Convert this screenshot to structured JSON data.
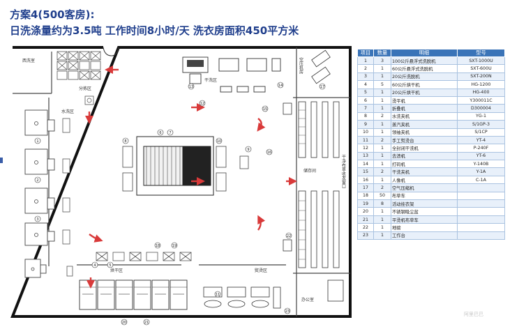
{
  "header": {
    "title": "方案4(500客房):",
    "subtitle": "日洗涤量约为3.5吨 工作时间8小时/天 洗衣房面积450平方米"
  },
  "plan": {
    "rooms": {
      "cloth_room": "西洗室",
      "sort_area": "分拣区",
      "water_wash": "水洗区",
      "dry_clean": "干洗区",
      "compressor_room": "空压机房",
      "storage": "储存间",
      "drying_area": "烘干区",
      "iron_area": "熨烫区",
      "office": "办公室",
      "clean_linen_port": "干净布草收发窗口"
    },
    "machine_numbers": [
      "1",
      "2",
      "3",
      "4",
      "5",
      "6",
      "7",
      "8",
      "9",
      "10",
      "11",
      "12",
      "13",
      "14",
      "15",
      "16",
      "17",
      "18",
      "19",
      "20",
      "21",
      "22",
      "23"
    ]
  },
  "equipment_table": {
    "headers": [
      "项目",
      "数量",
      "明细",
      "型号"
    ],
    "rows": [
      [
        "1",
        "3",
        "100公斤悬浮式洗脱机",
        "SXT-1000U"
      ],
      [
        "2",
        "1",
        "60公斤悬浮式洗脱机",
        "SXT-600U"
      ],
      [
        "3",
        "1",
        "20公斤洗脱机",
        "SXT-200N"
      ],
      [
        "4",
        "5",
        "60公斤烘干机",
        "HG-1200"
      ],
      [
        "5",
        "1",
        "20公斤烘干机",
        "HG-400"
      ],
      [
        "6",
        "1",
        "烫平机",
        "Y300011C"
      ],
      [
        "7",
        "1",
        "折叠机",
        "D300004"
      ],
      [
        "8",
        "2",
        "水洗夹机",
        "YG-1"
      ],
      [
        "9",
        "1",
        "蒸汽夹机",
        "S/1GP-3"
      ],
      [
        "10",
        "1",
        "领袖夹机",
        "S/1CP"
      ],
      [
        "11",
        "2",
        "手工熨烫台",
        "YT-4"
      ],
      [
        "12",
        "1",
        "全封闭干洗机",
        "P-240F"
      ],
      [
        "13",
        "1",
        "去渍机",
        "YT-6"
      ],
      [
        "14",
        "1",
        "打码机",
        "Y-140B"
      ],
      [
        "15",
        "2",
        "干洗夹机",
        "Y-1A"
      ],
      [
        "16",
        "1",
        "人像机",
        "C-1A"
      ],
      [
        "17",
        "2",
        "空气压缩机",
        ""
      ],
      [
        "18",
        "50",
        "布草车",
        ""
      ],
      [
        "19",
        "8",
        "活动挂衣架",
        ""
      ],
      [
        "20",
        "1",
        "不锈钢吸尘盆",
        ""
      ],
      [
        "21",
        "1",
        "平烫机布草车",
        ""
      ],
      [
        "22",
        "1",
        "地磅",
        ""
      ],
      [
        "23",
        "1",
        "工作台",
        ""
      ]
    ]
  },
  "watermark": "阿里巴巴",
  "colors": {
    "title": "#1f3e8c",
    "table_header": "#3a74b8",
    "arrow": "#d93a3a"
  }
}
